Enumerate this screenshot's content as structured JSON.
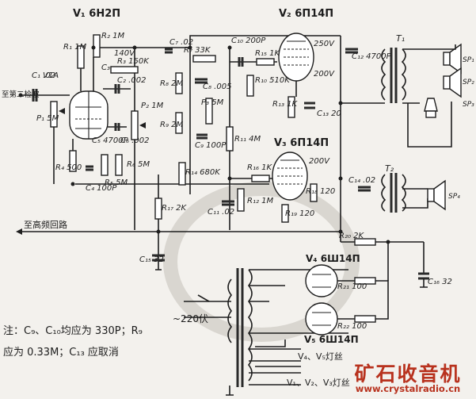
{
  "tubes": {
    "v1": "V₁ 6H2Π",
    "v2": "V₂ 6Π14Π",
    "v3": "V₃ 6Π14Π",
    "v4": "V₄ 6Ш14Π",
    "v5": "V₅ 6Ш14Π"
  },
  "resistors": {
    "r1": "R₁ 1M",
    "r2": "R₂ 1M",
    "r3": "R₃ 150K",
    "r4": "R₄ 500",
    "r5": "R₅ 5M",
    "r6": "R₆ 5M",
    "r7": "R₇ 33K",
    "r8": "R₈ 2M",
    "r9": "R₉ 2M",
    "r10": "R₁₀ 510K",
    "r11": "R₁₁ 4M",
    "r12": "R₁₂ 1M",
    "r13": "R₁₃ 1K",
    "r14": "R₁₄ 680K",
    "r15": "R₁₅ 1K",
    "r16": "R₁₆ 1K",
    "r17": "R₁₇ 2K",
    "r18": "R₁₈ 120",
    "r19": "R₁₉ 120",
    "r20": "R₂₀ 2K",
    "r21": "R₂₁ 100",
    "r22": "R₂₂ 100"
  },
  "capacitors": {
    "c1": "C₁ .02",
    "c2": "C₂ .002",
    "c3": "C₃",
    "c4": "C₄ 100P",
    "c5": "C₅ 4700P",
    "c6": "C₆ .002",
    "c7": "C₇ .02",
    "c8": "C₈ .005",
    "c9": "C₉ 100P",
    "c10": "C₁₀ 200P",
    "c11": "C₁₁ .02",
    "c12": "C₁₂ 4700P",
    "c13": "C₁₃ 20",
    "c14": "C₁₄ .02",
    "c15": "C₁₅ 32",
    "c16": "C₁₆ 32"
  },
  "pots": {
    "p1": "P₁ 5M",
    "p2": "P₂ 1M",
    "p3": "P₃ 5M"
  },
  "transformers": {
    "t1": "T₁",
    "t2": "T₂"
  },
  "speakers": [
    "SP₁",
    "SP₂",
    "SP₃",
    "SP₄"
  ],
  "voltages": {
    "v140": "140V",
    "v250": "250V",
    "v200a": "200V",
    "v200b": "200V"
  },
  "labels": {
    "input": "至第二检波",
    "high_freq": "至高频回路",
    "mains": "~220伏",
    "heater1": "V₄、V₅灯丝",
    "heater2": "V₁、V₂、V₃灯丝"
  },
  "note": {
    "line1": "注：C₉、C₁₀均应为 330P；R₉",
    "line2": "应为 0.33M；C₁₃ 应取消"
  },
  "logo": {
    "title": "矿石收音机",
    "url": "www.crystalradio.cn"
  },
  "colors": {
    "logo": "#b8321e",
    "ink": "#1e1e1e",
    "paper": "#f3f1ed"
  }
}
